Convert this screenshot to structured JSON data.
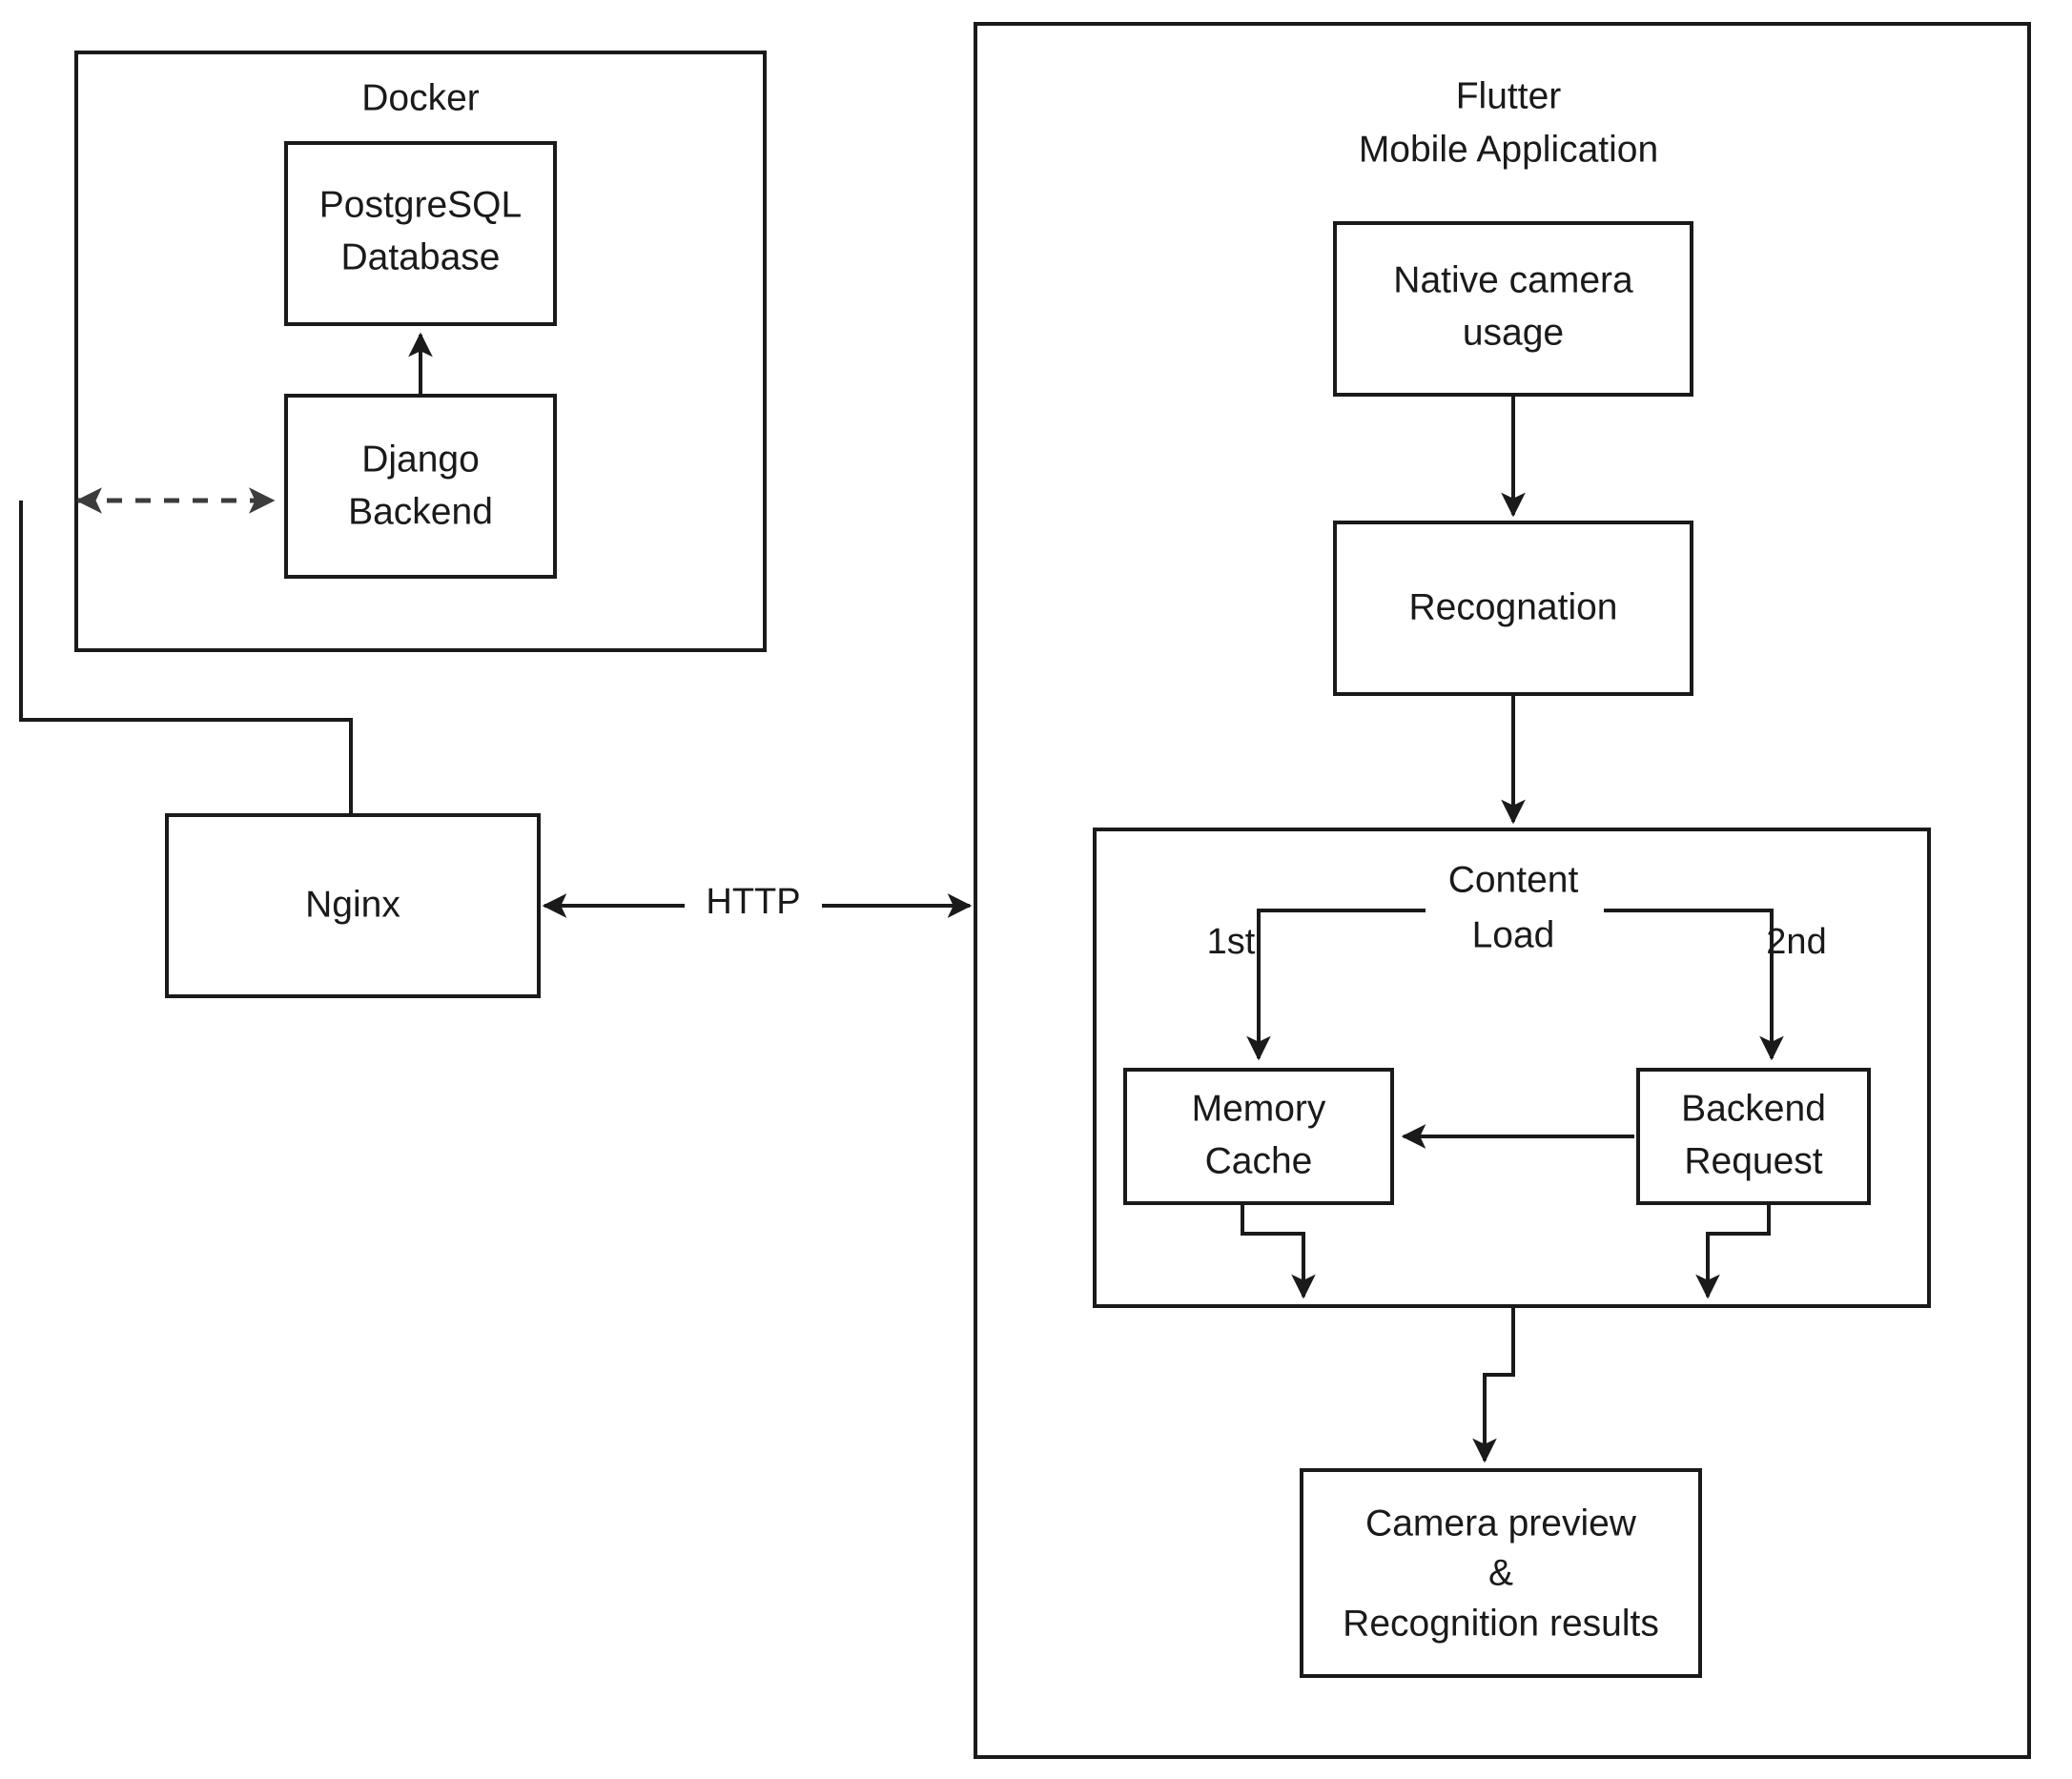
{
  "diagram": {
    "title": "System architecture: Docker backend and Flutter mobile application",
    "background_color": "#ffffff",
    "line_color": "#1a1a1a",
    "groups": {
      "docker": {
        "title": "Docker"
      },
      "flutter": {
        "title_line1": "Flutter",
        "title_line2": "Mobile Application"
      },
      "content_load": {
        "title_line1": "Content",
        "title_line2": "Load"
      }
    },
    "nodes": {
      "postgres": {
        "line1": "PostgreSQL",
        "line2": "Database"
      },
      "django": {
        "line1": "Django",
        "line2": "Backend"
      },
      "nginx": {
        "line1": "Nginx"
      },
      "native_camera": {
        "line1": "Native camera",
        "line2": "usage"
      },
      "recognation": {
        "line1": "Recognation"
      },
      "memory_cache": {
        "line1": "Memory",
        "line2": "Cache"
      },
      "backend_request": {
        "line1": "Backend",
        "line2": "Request"
      },
      "camera_preview": {
        "line1": "Camera preview",
        "line2": "&",
        "line3": "Recognition results"
      }
    },
    "edge_labels": {
      "http": "HTTP",
      "first": "1st",
      "second": "2nd"
    }
  }
}
